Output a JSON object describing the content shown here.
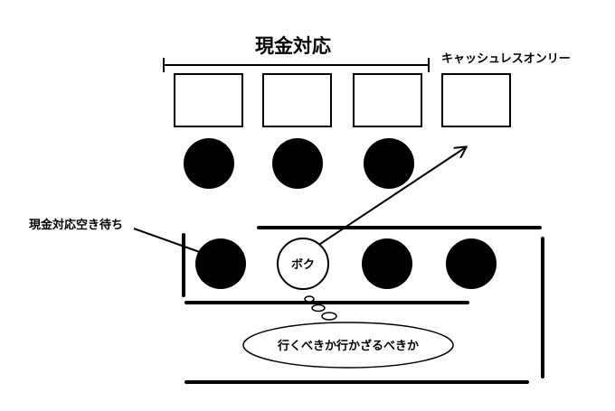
{
  "labels": {
    "cash_header": "現金対応",
    "cashless": "キャッシュレスオンリー",
    "waiting": "現金対応空き待ち",
    "me": "ボク",
    "thought": "行くべきか行かざるべきか"
  },
  "colors": {
    "ink": "#000000",
    "paper": "#ffffff"
  }
}
